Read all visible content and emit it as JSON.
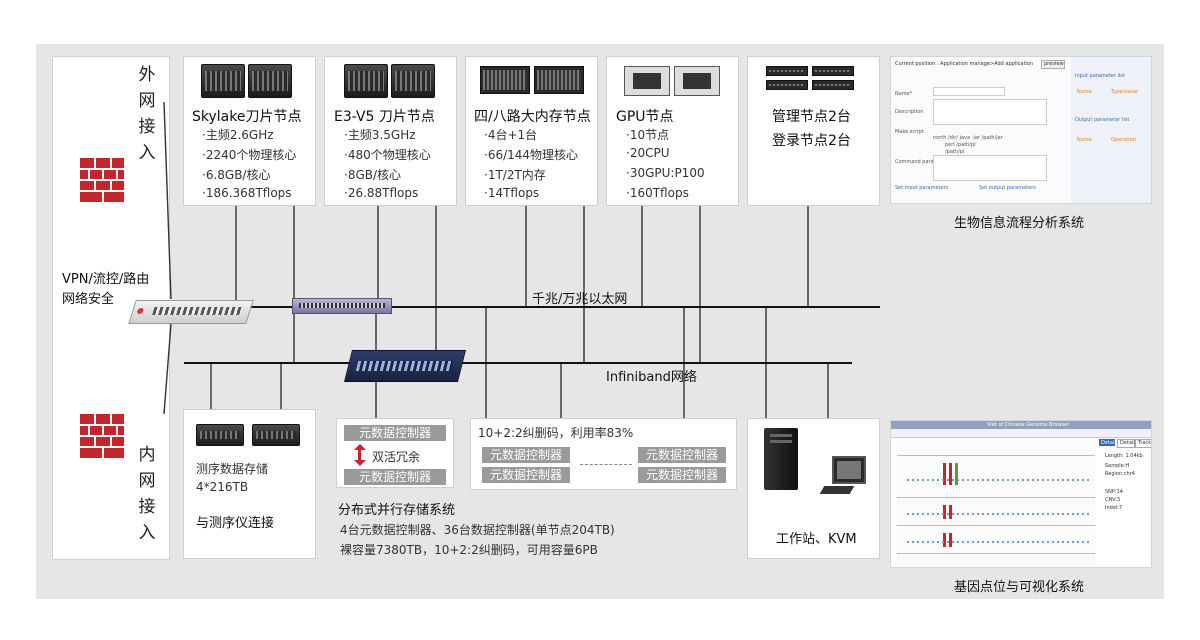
{
  "external": {
    "label": [
      "外",
      "网",
      "接",
      "入"
    ]
  },
  "internal": {
    "label": [
      "内",
      "网",
      "接",
      "入"
    ]
  },
  "security": {
    "line1": "VPN/流控/路由",
    "line2": "网络安全"
  },
  "nodes": [
    {
      "title": "Skylake刀片节点",
      "items": [
        "·主频2.6GHz",
        "·2240个物理核心",
        "·6.8GB/核心",
        "·186.368Tflops"
      ]
    },
    {
      "title": "E3-V5 刀片节点",
      "items": [
        "·主频3.5GHz",
        "·480个物理核心",
        "·8GB/核心",
        "·26.88Tflops"
      ]
    },
    {
      "title": "四/八路大内存节点",
      "items": [
        "·4台+1台",
        "·66/144物理核心",
        "·1T/2T内存",
        "·14Tflops"
      ]
    },
    {
      "title": "GPU节点",
      "items": [
        "·10节点",
        "·20CPU",
        "·30GPU:P100",
        "·160Tflops"
      ]
    }
  ],
  "mgmt": {
    "line1": "管理节点2台",
    "line2": "登录节点2台"
  },
  "network": {
    "ethernet": "千兆/万兆以太网",
    "infiniband": "Infiniband网络"
  },
  "seq_storage": {
    "line1": "测序数据存储",
    "line2": "4*216TB",
    "line3": "与测序仪连接"
  },
  "meta": {
    "ctrl": "元数据控制器",
    "ha": "双活冗余"
  },
  "data_ctrl": {
    "note": "10+2:2纠删码，利用率83%",
    "ctrl": "元数据控制器"
  },
  "dfs": {
    "title": "分布式并行存储系统",
    "line1": "4台元数据控制器、36台数据控制器(单节点204TB)",
    "line2": "裸容量7380TB，10+2:2纠删码，可用容量6PB"
  },
  "workstation": {
    "label": "工作站、KVM"
  },
  "bio": {
    "caption": "生物信息流程分析系统",
    "bar": "Current position : Application manage>Add application",
    "btn": "preview",
    "rows": [
      "Name*",
      "Description",
      "Make script",
      "Command parameters"
    ],
    "links": [
      "Set input parameters",
      "Set output parameters"
    ],
    "code": [
      "north /dir/  java -jar /path/jar",
      "perl /path/pl",
      "/path/pl"
    ],
    "side": [
      "Input parameter list",
      "Output parameter list"
    ],
    "side_vals": [
      "Name",
      "Type/value",
      "Name",
      "Operation"
    ]
  },
  "gene": {
    "caption": "基因点位与可视化系统",
    "title": "Viet of Chinese Genome Browser",
    "tabs": [
      "Detail",
      "Detail",
      "Track"
    ],
    "info": [
      "Length: 1.04kb",
      "Sample:H",
      "Region:chr4",
      "SNP:14",
      "CNV:3",
      "Indel:7"
    ]
  },
  "colors": {
    "firewall": "#c2272d",
    "ctrl": "#9a9a9a",
    "link": "#3a6ab0",
    "accent": "#e87c1e"
  }
}
